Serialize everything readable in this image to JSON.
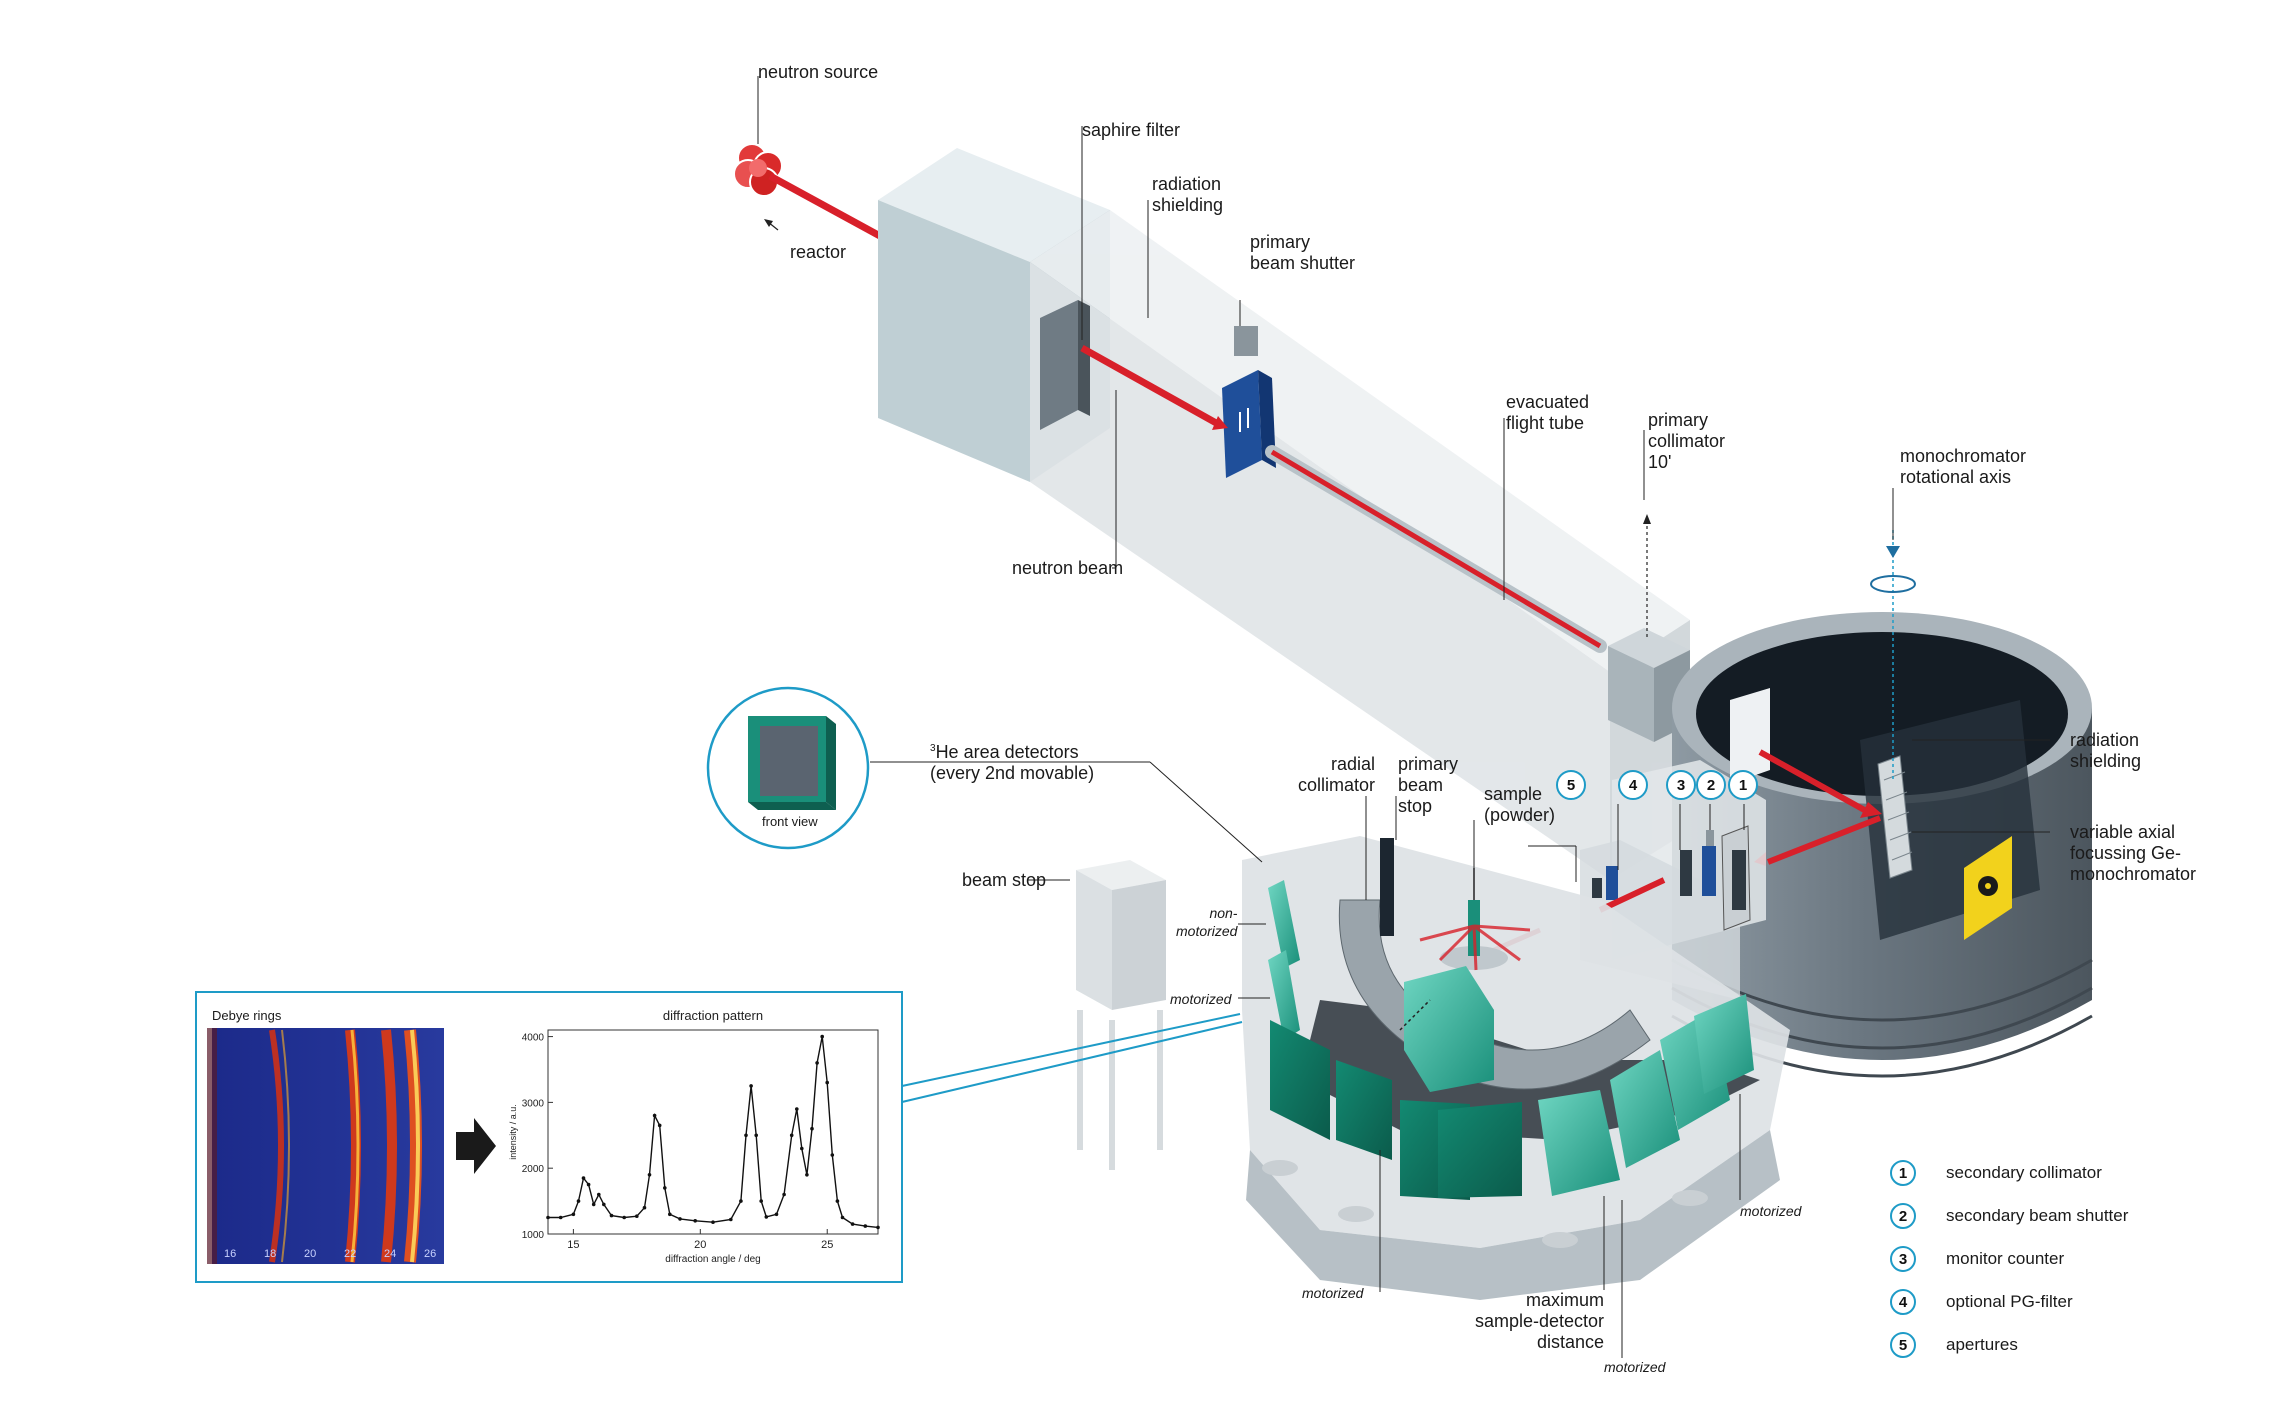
{
  "labels": {
    "neutron_source": "neutron source",
    "reactor": "reactor",
    "saphire_filter": "saphire filter",
    "radiation_shielding_top": "radiation\nshielding",
    "primary_beam_shutter": "primary\nbeam shutter",
    "evacuated_flight_tube": "evacuated\nflight tube",
    "primary_collimator": "primary\ncollimator\n10'",
    "monochromator_axis": "monochromator\nrotational axis",
    "neutron_beam": "neutron beam",
    "he_detectors_line1": "He area detectors",
    "he_detectors_sup": "3",
    "he_detectors_line2": "(every 2nd movable)",
    "front_view": "front view",
    "radial_collimator": "radial\ncollimator",
    "primary_beam_stop": "primary\nbeam\nstop",
    "sample_powder": "sample\n(powder)",
    "radiation_shielding_right": "radiation\nshielding",
    "variable_axial": "variable axial\nfocussing Ge-\nmonochromator",
    "beam_stop": "beam stop",
    "non_motorized": "non-\nmotorized",
    "motorized_1": "motorized",
    "motorized_2": "motorized",
    "motorized_3": "motorized",
    "motorized_4": "motorized",
    "max_distance": "maximum\nsample-detector\ndistance",
    "debye_rings": "Debye rings"
  },
  "badges": [
    "5",
    "4",
    "3",
    "2",
    "1"
  ],
  "legend": [
    {
      "num": "1",
      "text": "secondary collimator"
    },
    {
      "num": "2",
      "text": "secondary beam shutter"
    },
    {
      "num": "3",
      "text": "monitor counter"
    },
    {
      "num": "4",
      "text": "optional PG-filter"
    },
    {
      "num": "5",
      "text": "apertures"
    }
  ],
  "debye_ticks": [
    "16",
    "18",
    "20",
    "22",
    "24",
    "26"
  ],
  "colors": {
    "beam": "#d8202a",
    "accent_blue": "#1e9bc7",
    "detector_teal": "#1a8f7a",
    "shielding_grey": "#c9cfd3",
    "monochromator_dark": "#1c2630",
    "shutter_blue": "#1f4f9a"
  },
  "chart_data": {
    "type": "line",
    "title": "diffraction pattern",
    "xlabel": "diffraction angle / deg",
    "ylabel": "intensity / a.u.",
    "xlim": [
      14,
      27
    ],
    "ylim": [
      1000,
      4100
    ],
    "xticks": [
      15,
      20,
      25
    ],
    "yticks": [
      1000,
      2000,
      3000,
      4000
    ],
    "x": [
      14.0,
      14.5,
      15.0,
      15.2,
      15.4,
      15.6,
      15.8,
      16.0,
      16.2,
      16.5,
      17.0,
      17.5,
      17.8,
      18.0,
      18.2,
      18.4,
      18.6,
      18.8,
      19.2,
      19.8,
      20.5,
      21.2,
      21.6,
      21.8,
      22.0,
      22.2,
      22.4,
      22.6,
      23.0,
      23.3,
      23.6,
      23.8,
      24.0,
      24.2,
      24.4,
      24.6,
      24.8,
      25.0,
      25.2,
      25.4,
      25.6,
      26.0,
      26.5,
      27.0
    ],
    "y": [
      1250,
      1250,
      1300,
      1500,
      1850,
      1750,
      1450,
      1600,
      1450,
      1280,
      1250,
      1270,
      1400,
      1900,
      2800,
      2650,
      1700,
      1300,
      1230,
      1200,
      1180,
      1220,
      1500,
      2500,
      3250,
      2500,
      1500,
      1260,
      1300,
      1600,
      2500,
      2900,
      2300,
      1900,
      2600,
      3600,
      4000,
      3300,
      2200,
      1500,
      1250,
      1150,
      1120,
      1100
    ]
  }
}
